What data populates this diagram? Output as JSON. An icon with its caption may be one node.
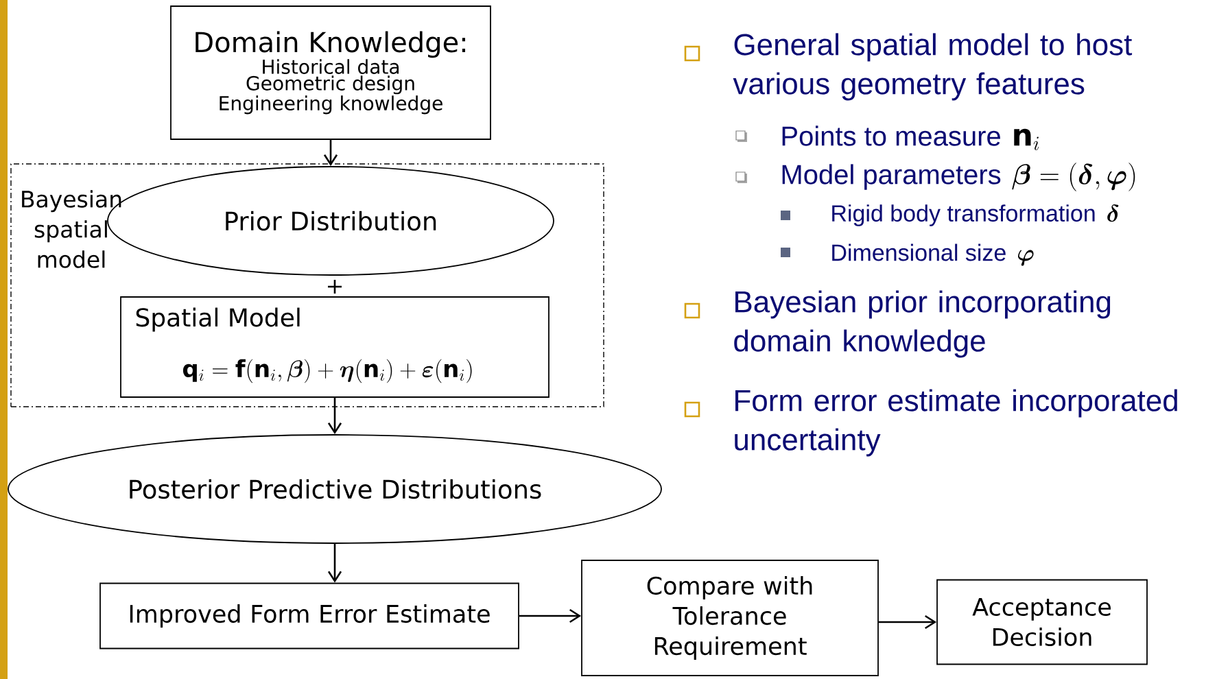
{
  "diagram": {
    "nodes": [
      {
        "text": [
          "Domain Knowledge:",
          "Historical data",
          "Geometric design",
          "Engineering knowledge"
        ]
      },
      {
        "text": [
          "Bayesian spatial model"
        ]
      },
      {
        "text": [
          "Prior Distribution"
        ],
        "in": 1
      },
      {
        "text": [
          "Spatial Model",
          "\\mathbf{q}_{i}=\\mathbf{f}(\\mathbf{n}_{i},\\boldsymbol{\\beta})+\\boldsymbol{\\eta}(\\mathbf{n}_{i})+\\boldsymbol{\\varepsilon}(\\mathbf{n}_{i})"
        ],
        "in": 1
      },
      {
        "text": [
          "Posterior Predictive Distributions"
        ]
      },
      {
        "text": [
          "Improved Form Error Estimate"
        ]
      },
      {
        "text": [
          "Compare with Tolerance Requirement"
        ]
      },
      {
        "text": [
          "Acceptance Decision"
        ]
      }
    ],
    "edges": [
      {
        "from": 0,
        "to": 2,
        "arrow": "to"
      },
      {
        "from": 3,
        "to": 4,
        "arrow": "to"
      },
      {
        "from": 4,
        "to": 5,
        "arrow": "to"
      },
      {
        "from": 5,
        "to": 6,
        "arrow": "to"
      },
      {
        "from": 6,
        "to": 7,
        "arrow": "to"
      }
    ],
    "labels": [
      "+",
      "General spatial model to host various geometry features",
      "Points to measure",
      "\\mathbf{n}_{i}",
      "Model parameters",
      "\\boldsymbol{\\beta}=(\\boldsymbol{\\delta},\\boldsymbol{\\varphi})",
      "Rigid body transformation",
      "\\boldsymbol{\\delta}",
      "Dimensional size",
      "\\boldsymbol{\\varphi}",
      "Bayesian prior incorporating domain knowledge",
      "Form error estimate incorporated uncertainty"
    ]
  }
}
